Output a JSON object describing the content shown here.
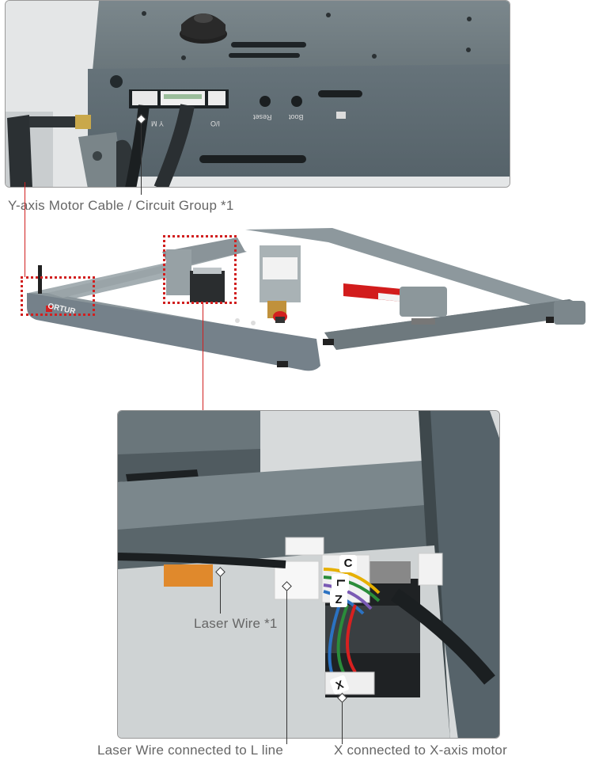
{
  "labels": {
    "top_callout": "Y-axis Motor Cable / Circuit Group *1",
    "laser_wire": "Laser Wire *1",
    "laser_wire_connected": "Laser Wire connected to L line",
    "x_connected": "X connected to X-axis motor"
  },
  "port_labels": {
    "reset": "Reset",
    "boot": "Boot",
    "io": "I/O",
    "ym": "Y M"
  },
  "wire_tags": {
    "c": "C",
    "l": "L",
    "z": "Z",
    "x": "X"
  },
  "brand_mark": "ORTUR",
  "colors": {
    "highlight": "#d11f1f",
    "machine": "#5d6a70",
    "photo_border": "#999999"
  }
}
